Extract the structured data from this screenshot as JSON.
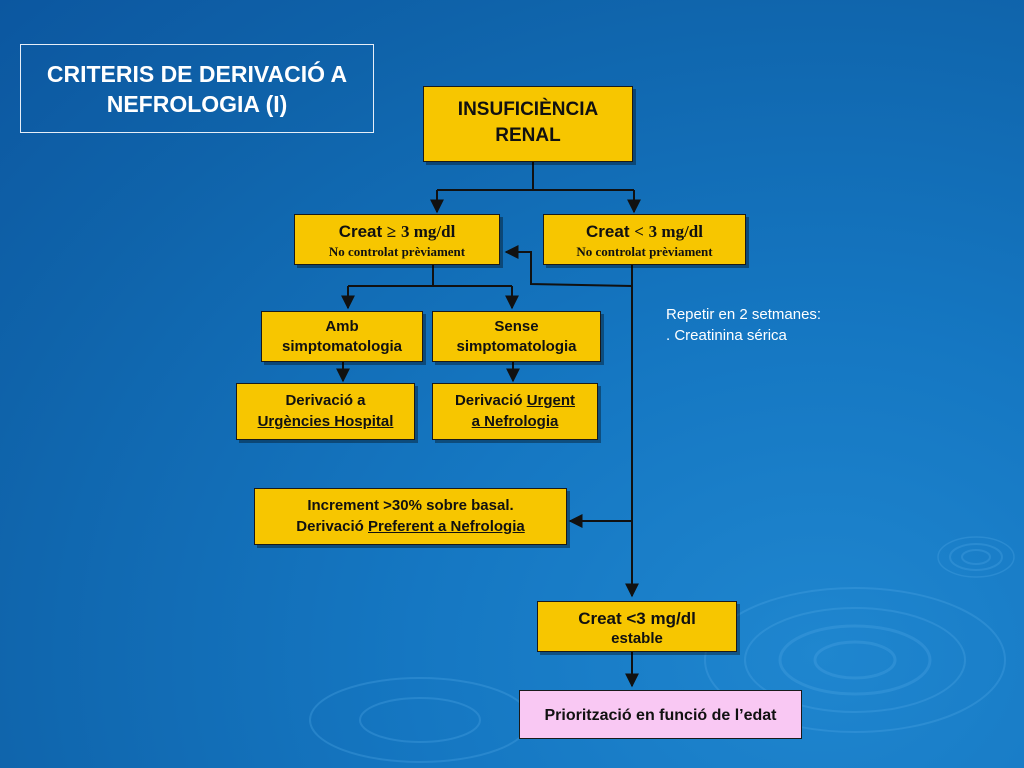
{
  "slide": {
    "title_line1": "CRITERIS DE DERIVACIÓ A",
    "title_line2": "NEFROLOGIA (I)"
  },
  "nodes": {
    "root": {
      "line1": "INSUFICIÈNCIA",
      "line2": "RENAL"
    },
    "creat_high": {
      "label": "Creat",
      "symbol": "≥",
      "value": "3 mg/dl",
      "subtext": "No controlat prèviament"
    },
    "creat_low": {
      "label": "Creat",
      "symbol": "<",
      "value": "3 mg/dl",
      "subtext": "No controlat prèviament"
    },
    "amb": {
      "line1": "Amb",
      "line2": "simptomatologia"
    },
    "sense": {
      "line1": "Sense",
      "line2": "simptomatologia"
    },
    "urgencies": {
      "line1": "Derivació a",
      "line2": "Urgències Hospital"
    },
    "urgent": {
      "prefix": "Derivació ",
      "underlined1": "Urgent",
      "line2": "a Nefrologia"
    },
    "increment": {
      "line1": "Increment >30% sobre basal.",
      "prefix": "Derivació ",
      "underlined": "Preferent a Nefrologia"
    },
    "creat_stable": {
      "label": "Creat <3 mg/dl",
      "subtext": "estable"
    },
    "prioritzacio": {
      "label": "Priorització en funció de l’edat"
    }
  },
  "note": {
    "line1": "Repetir en 2 setmanes:",
    "line2": ". Creatinina sérica"
  },
  "colors": {
    "box_fill": "#f7c600",
    "final_box_fill": "#f9c8f3",
    "background": "#1577c2",
    "text_on_bg": "#ffffff"
  }
}
